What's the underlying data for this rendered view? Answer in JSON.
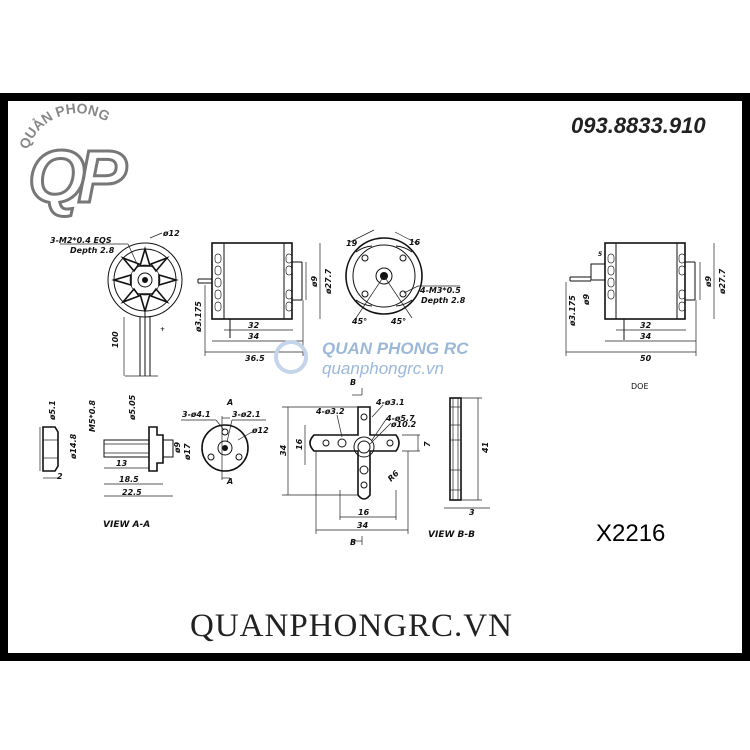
{
  "header": {
    "phone": "093.8833.910",
    "logo_text": "QUẢN PHONG",
    "logo_initials": "QP"
  },
  "watermark": {
    "name": "QUAN PHONG RC",
    "domain": "quanphongrc.vn"
  },
  "model": "X2216",
  "footer": {
    "site": "QUANPHONGRC.VN"
  },
  "labels": {
    "screw_note": "3-M2*0.4 EQS",
    "screw_depth": "Depth 2.8",
    "m3_note": "4-M3*0.5",
    "m3_depth": "Depth 2.8",
    "doe": "DOE",
    "view_aa": "VIEW A-A",
    "view_bb": "VIEW B-B",
    "section_b_top": "B",
    "section_b_bottom": "B",
    "section_a_top": "A",
    "section_a_bottom": "A"
  },
  "dimensions": {
    "front_d12": "ø12",
    "front_100": "100",
    "side1_d9": "ø9",
    "side1_d277": "ø27.7",
    "side1_d3175": "ø3.175",
    "side1_32": "32",
    "side1_34": "34",
    "side1_365": "36.5",
    "back_19": "19",
    "back_16": "16",
    "back_45a": "45°",
    "back_45b": "45°",
    "side2_d9": "ø9",
    "side2_d277": "ø27.7",
    "side2_d3175": "ø3.175",
    "side2_d9b": "ø9",
    "side2_32": "32",
    "side2_34": "34",
    "side2_50": "50",
    "nut_d51": "ø5.1",
    "nut_d148": "ø14.8",
    "nut_2": "2",
    "prop_m5": "M5*0.8",
    "prop_d5": "ø5.05",
    "prop_d9": "ø9",
    "prop_d17": "ø17",
    "prop_13": "13",
    "prop_185": "18.5",
    "prop_225": "22.5",
    "hub_3d41": "3-ø4.1",
    "hub_3d21": "3-ø2.1",
    "hub_d12": "ø12",
    "mount_4d32": "4-ø3.2",
    "mount_4d31": "4-ø3.1",
    "mount_4d57": "4-ø5.7",
    "mount_d102": "ø10.2",
    "mount_34": "34",
    "mount_16v": "16",
    "mount_7": "7",
    "mount_r6": "R6",
    "mount_16h": "16",
    "mount_34h": "34",
    "bb_41": "41",
    "bb_3": "3"
  },
  "colors": {
    "border": "#000000",
    "ink": "#111111",
    "watermark": "#9cb8d9"
  }
}
